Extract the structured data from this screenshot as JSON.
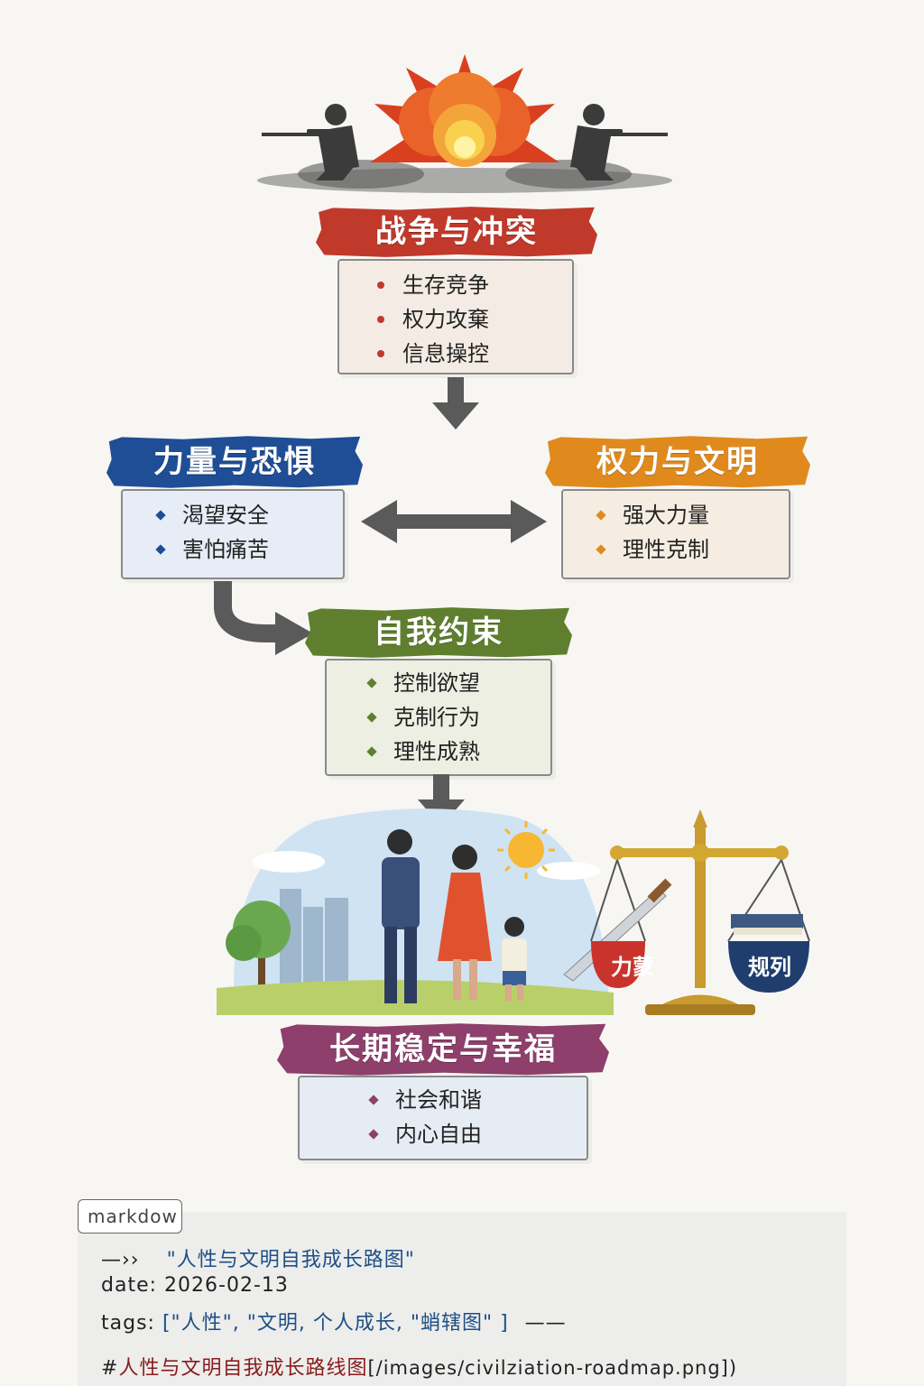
{
  "war": {
    "title": "战争与冲突",
    "items": [
      "生存竞争",
      "权力攻棄",
      "信息操控"
    ],
    "color": "#c0392b"
  },
  "strength": {
    "title": "力量与恐惧",
    "items": [
      "渴望安全",
      "害怕痛苦"
    ],
    "color": "#1f4e96"
  },
  "power": {
    "title": "权力与文明",
    "items": [
      "强大力量",
      "理性克制"
    ],
    "color": "#e08a1e"
  },
  "restraint": {
    "title": "自我约束",
    "items": [
      "控制欲望",
      "克制行为",
      "理性成熟"
    ],
    "color": "#5f7f2e"
  },
  "stability": {
    "title": "长期稳定与幸福",
    "items": [
      "社会和谐",
      "内心自由"
    ],
    "color": "#8e3f6b"
  },
  "scales": {
    "left_label": "力蒙",
    "right_label": "规列"
  },
  "code": {
    "tab_label": "markdow",
    "line1_prefix": "—››",
    "line1_title": "\"人性与文明自我成长路图\"",
    "line2_key": "date:",
    "line2_value": "2026-02-13",
    "line3_key": "tags:",
    "line3_value": "[\"人性\", \"文明, 个人成长, \"蛸辖图\" ]",
    "line3_suffix": "——",
    "line4_hash": "#",
    "line4_heading": "人性与文明自我成长路线图",
    "line4_path": "[/images/civilziation-roadmap.png])"
  }
}
